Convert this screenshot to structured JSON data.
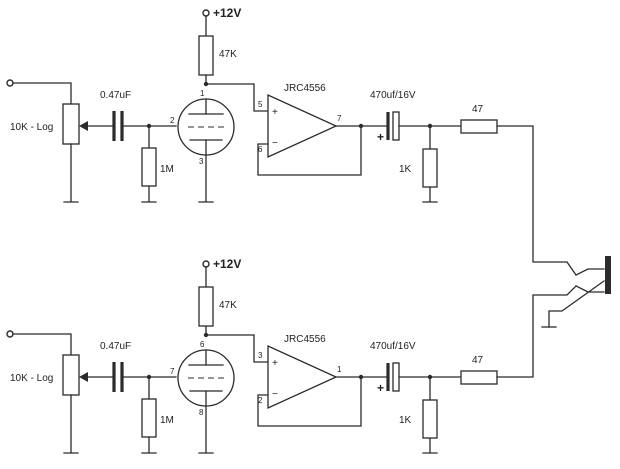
{
  "channels": [
    {
      "supply": "+12V",
      "pot": "10K - Log",
      "input_cap": "0.47uF",
      "grid_res": "1M",
      "plate_res": "47K",
      "tube_pins": {
        "plate": "1",
        "grid": "2",
        "cathode": "3"
      },
      "opamp": "JRC4556",
      "opamp_pins": {
        "plus": "5",
        "minus": "6",
        "out": "7"
      },
      "opamp_signs": {
        "plus": "+",
        "minus": "−"
      },
      "output_cap": "470uf/16V",
      "output_cap_polarity": "+",
      "load_res": "1K",
      "series_res": "47"
    },
    {
      "supply": "+12V",
      "pot": "10K - Log",
      "input_cap": "0.47uF",
      "grid_res": "1M",
      "plate_res": "47K",
      "tube_pins": {
        "plate": "6",
        "grid": "7",
        "cathode": "8"
      },
      "opamp": "JRC4556",
      "opamp_pins": {
        "plus": "3",
        "minus": "2",
        "out": "1"
      },
      "opamp_signs": {
        "plus": "+",
        "minus": "−"
      },
      "output_cap": "470uf/16V",
      "output_cap_polarity": "+",
      "load_res": "1K",
      "series_res": "47"
    }
  ]
}
